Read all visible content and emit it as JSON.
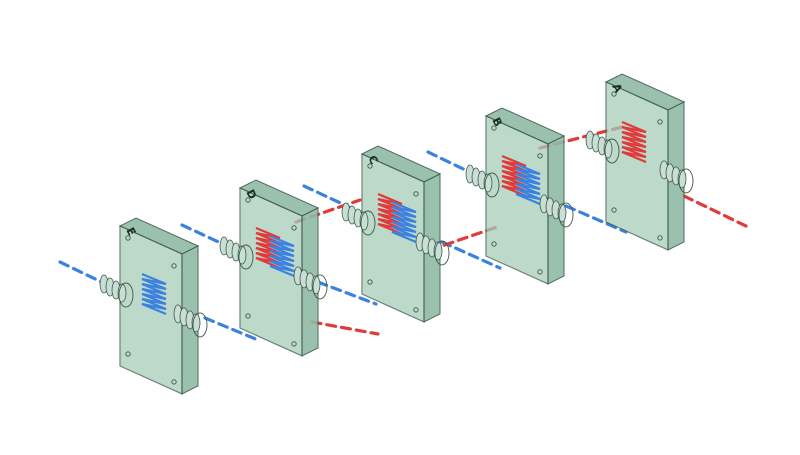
{
  "diagram": {
    "colors": {
      "plate_fill": "#a6cdb9",
      "plate_side": "#8fbba6",
      "plate_edge": "#3e5a4c",
      "hot_flow": "#e03a3a",
      "cold_flow": "#3b82e0",
      "fitting": "#c9ded4"
    },
    "plates": [
      {
        "label": "E",
        "channels": [
          "blue"
        ]
      },
      {
        "label": "D",
        "channels": [
          "red",
          "blue"
        ]
      },
      {
        "label": "C",
        "channels": [
          "red",
          "blue"
        ]
      },
      {
        "label": "B",
        "channels": [
          "red",
          "blue"
        ]
      },
      {
        "label": "A",
        "channels": [
          "red"
        ]
      }
    ]
  }
}
